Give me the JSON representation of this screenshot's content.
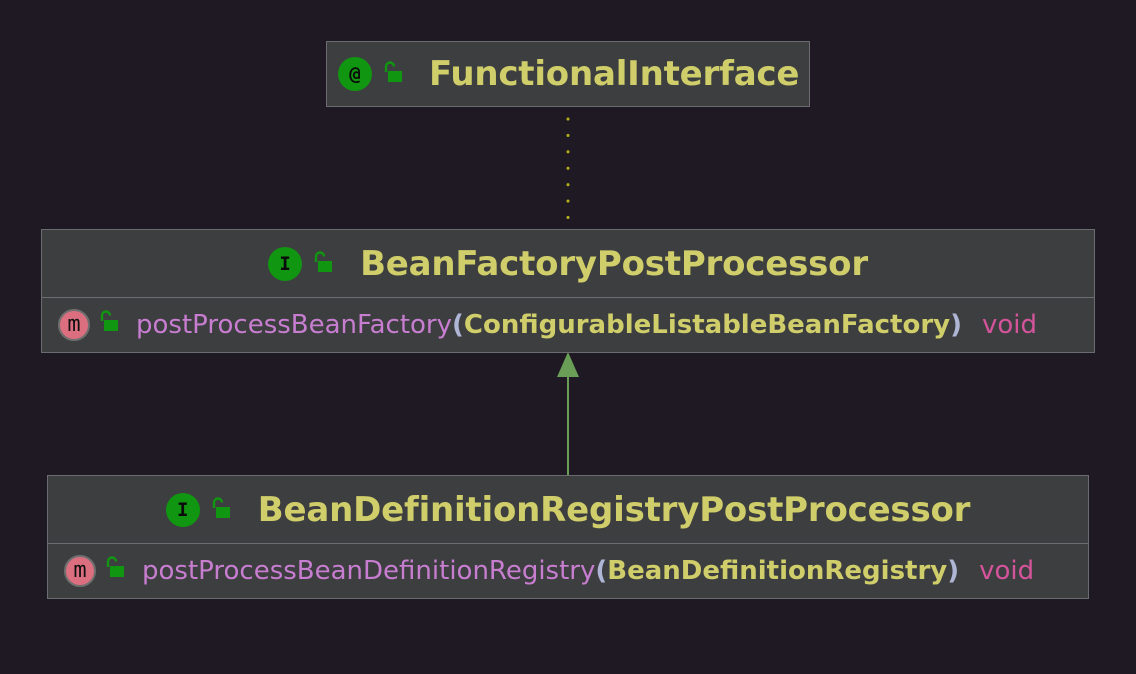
{
  "colors": {
    "background": "#1e1923",
    "node_fill": "#3d3e3f",
    "node_border": "#6a6c6f",
    "title_text": "#d0ce6a",
    "method_name": "#c77dd0",
    "param_type": "#d0ce6a",
    "return_type": "#d4549b",
    "icon_green": "#119611",
    "method_icon": "#db6e7f",
    "realization_edge": "#b5b019",
    "inheritance_edge": "#6a9e57"
  },
  "nodes": {
    "functional_interface": {
      "kind_icon": "annotation-icon",
      "kind_glyph": "@",
      "visibility_icon": "unlocked-lock-icon",
      "title": "FunctionalInterface"
    },
    "bean_factory_post_processor": {
      "kind_icon": "interface-icon",
      "kind_glyph": "I",
      "visibility_icon": "unlocked-lock-icon",
      "title": "BeanFactoryPostProcessor",
      "methods": [
        {
          "icon": "method-icon",
          "icon_glyph": "m",
          "name": "postProcessBeanFactory",
          "open_paren": "(",
          "param": "ConfigurableListableBeanFactory",
          "close_paren": ")",
          "returns": "void"
        }
      ]
    },
    "bean_definition_registry_post_processor": {
      "kind_icon": "interface-icon",
      "kind_glyph": "I",
      "visibility_icon": "unlocked-lock-icon",
      "title": "BeanDefinitionRegistryPostProcessor",
      "methods": [
        {
          "icon": "method-icon",
          "icon_glyph": "m",
          "name": "postProcessBeanDefinitionRegistry",
          "open_paren": "(",
          "param": "BeanDefinitionRegistry",
          "close_paren": ")",
          "returns": "void"
        }
      ]
    }
  },
  "edges": [
    {
      "from": "bean_factory_post_processor",
      "to": "functional_interface",
      "style": "dotted",
      "meaning": "annotated-with"
    },
    {
      "from": "bean_definition_registry_post_processor",
      "to": "bean_factory_post_processor",
      "style": "solid-arrow",
      "meaning": "extends"
    }
  ]
}
